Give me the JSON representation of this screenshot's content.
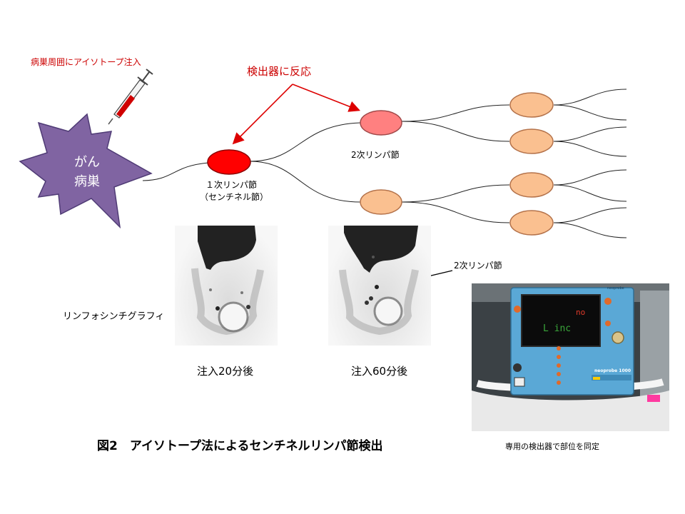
{
  "injection_label": "病巣周囲にアイソトープ注入",
  "tumor_label_line1": "がん",
  "tumor_label_line2": "病巣",
  "detector_label": "検出器に反応",
  "node1_label_line1": "１次リンパ節",
  "node1_label_line2": "（センチネル節）",
  "node2_label": "2次リンパ節",
  "scan_node2_label": "2次リンパ節",
  "lymphoscintigraphy_label": "リンフォシンチグラフィ",
  "caption_20min": "注入20分後",
  "caption_60min": "注入60分後",
  "figure_caption": "図2　アイソトープ法によるセンチネルリンパ節検出",
  "device_caption": "専用の検出器で部位を同定",
  "device_screen": {
    "line1": "no",
    "line2": "L inc"
  },
  "device_brand": "neoprobe",
  "device_model": "neoprobe 1000",
  "colors": {
    "tumor": "#8064a2",
    "node1": "#ff0000",
    "node2": "#ff8080",
    "node_other": "#fac090",
    "arrow": "#dd0000",
    "device_body": "#5aa8d6"
  }
}
